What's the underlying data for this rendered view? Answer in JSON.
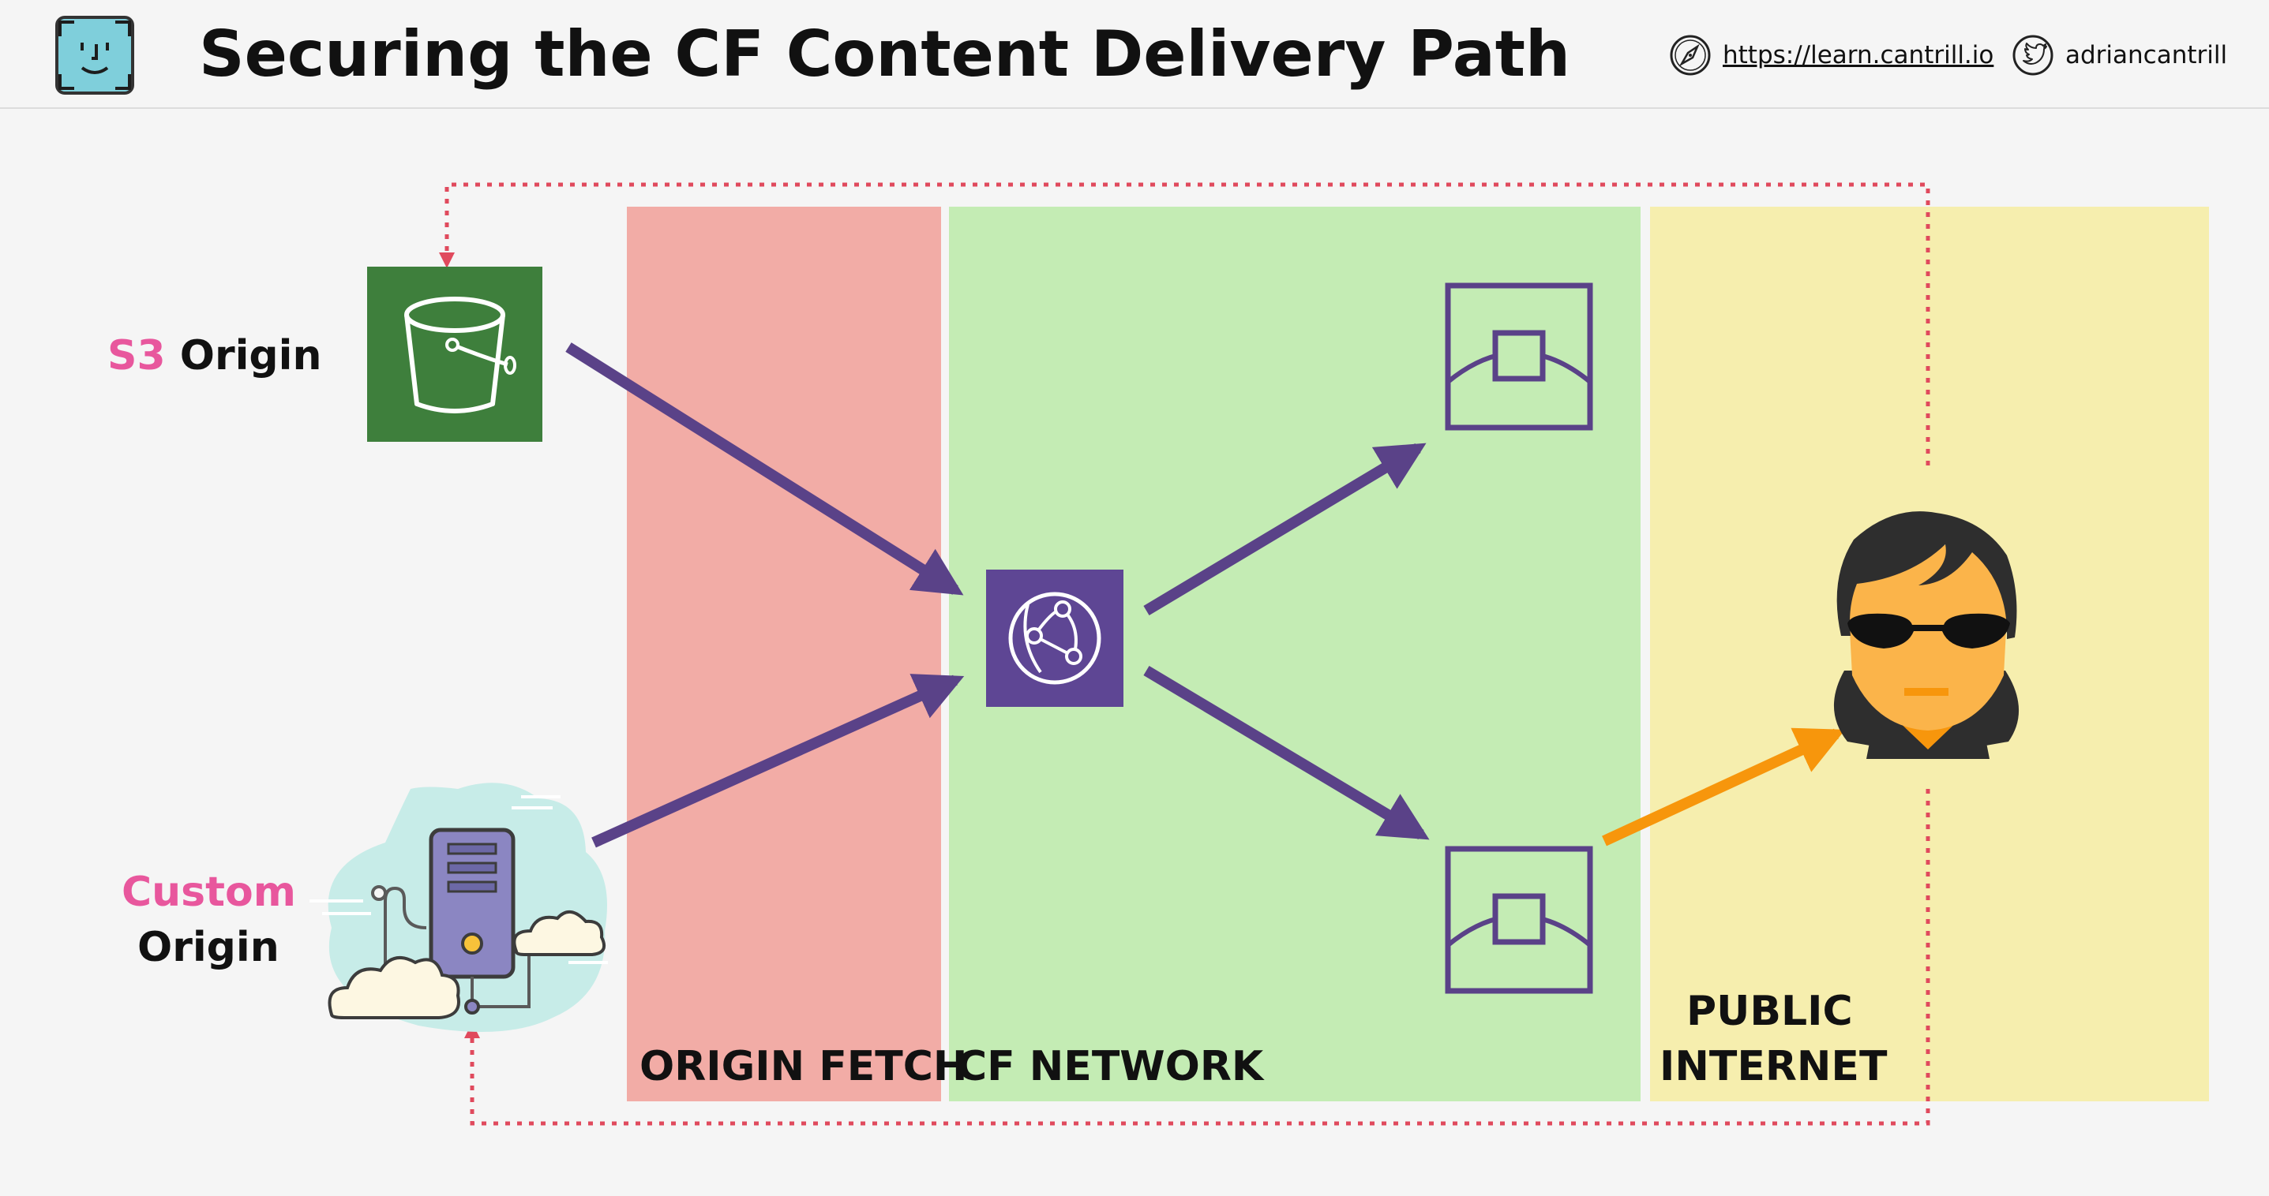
{
  "header": {
    "title": "Securing the CF Content Delivery Path",
    "website_icon": "compass-icon",
    "website": "https://learn.cantrill.io",
    "twitter_icon": "twitter-bird-icon",
    "twitter": "adriancantrill",
    "logo_icon": "face-id-logo-icon"
  },
  "zones": {
    "origin_fetch": "ORIGIN FETCH",
    "cf_network": "CF NETWORK",
    "public_internet_line1": "PUBLIC",
    "public_internet_line2": "INTERNET"
  },
  "origins": {
    "s3_prefix": "S3",
    "s3_suffix": "Origin",
    "custom_line1": "Custom",
    "custom_line2": "Origin"
  },
  "icons": {
    "s3": "s3-bucket-icon",
    "custom": "server-with-clouds-icon",
    "cloudfront": "cloudfront-distribution-icon",
    "edge_top": "edge-location-icon",
    "edge_bottom": "edge-location-icon",
    "user": "user-with-sunglasses-icon"
  },
  "colors": {
    "origin_fetch_zone": "#f2aca6",
    "cf_network_zone": "#c4ecb4",
    "public_internet_zone": "#f6eeae",
    "flow_arrow": "#5a4288",
    "viewer_arrow": "#f7960c",
    "restricted_path": "#e04a5d",
    "s3": "#3e7f3c",
    "cloudfront": "#5e4694",
    "accent_text": "#e8579d"
  }
}
